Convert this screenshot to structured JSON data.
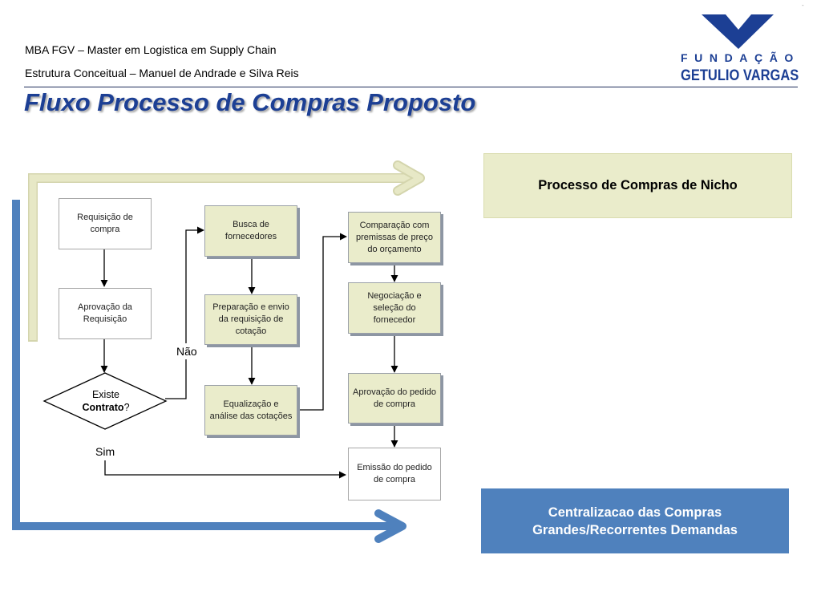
{
  "header": {
    "line1": "MBA FGV – Master em Logistica em Supply Chain",
    "line2": "Estrutura Conceitual – Manuel de Andrade e Silva Reis"
  },
  "title": "Fluxo Processo de Compras Proposto",
  "logo": {
    "org": "FUNDAÇÃO",
    "name": "GETULIO VARGAS"
  },
  "flow": {
    "requisicao": "Requisição de compra",
    "aprovacao_requisicao": "Aprovação da Requisição",
    "existe_contrato_prefix": "Existe",
    "existe_contrato_bold": "Contrato",
    "existe_contrato_suffix": "?",
    "busca": "Busca de fornecedores",
    "preparacao": "Preparação e envio da requisição de cotação",
    "equalizacao": "Equalização e análise das cotações",
    "comparacao": "Comparação com premissas de preço do orçamento",
    "negociacao": "Negociação e seleção do fornecedor",
    "aprovacao_pedido": "Aprovação do pedido de compra",
    "emissao": "Emissão do pedido de compra",
    "label_nao": "Não",
    "label_sim": "Sim"
  },
  "panels": {
    "nicho": "Processo de Compras de Nicho",
    "centralizacao_line1": "Centralizacao das Compras",
    "centralizacao_line2": "Grandes/Recorrentes Demandas"
  },
  "colors": {
    "title_blue": "#1c3f94",
    "khaki": "#eaeccb",
    "arrow_khaki": "#e7e8c6",
    "arrow_blue": "#4f81bd",
    "panel_blue": "#4f81bd"
  }
}
